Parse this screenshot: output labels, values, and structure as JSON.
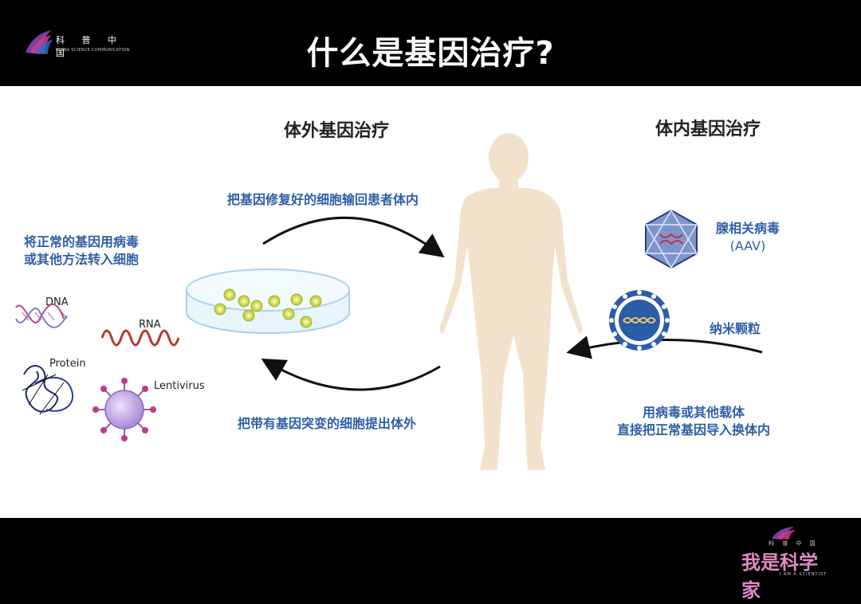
{
  "header": {
    "title": "什么是基因治疗?",
    "logo_text": "科 普 中 国",
    "logo_subtext": "CHINA SCIENCE COMMUNICATION"
  },
  "diagram": {
    "left_heading": "体外基因治疗",
    "right_heading": "体内基因治疗",
    "top_arrow_label": "把基因修复好的细胞输回患者体内",
    "bottom_arrow_label": "把带有基因突变的细胞提出体外",
    "left_note_line1": "将正常的基因用病毒",
    "left_note_line2": "或其他方法转入细胞",
    "vector_labels": {
      "dna": "DNA",
      "rna": "RNA",
      "protein": "Protein",
      "lentivirus": "Lentivirus"
    },
    "aav_label_line1": "腺相关病毒",
    "aav_label_line2": "(AAV)",
    "nanoparticle_label": "纳米颗粒",
    "right_note_line1": "用病毒或其他载体",
    "right_note_line2": "直接把正常基因导入换体内"
  },
  "footer": {
    "logo_small_text": "科 普 中 国",
    "logo_main_text": "我是科学家",
    "logo_en_text": "I AM A SCIENTIST"
  },
  "colors": {
    "label_blue": "#2f5ea8",
    "body_skin": "#f3e2cb",
    "logo_pink": "#e089c4"
  }
}
